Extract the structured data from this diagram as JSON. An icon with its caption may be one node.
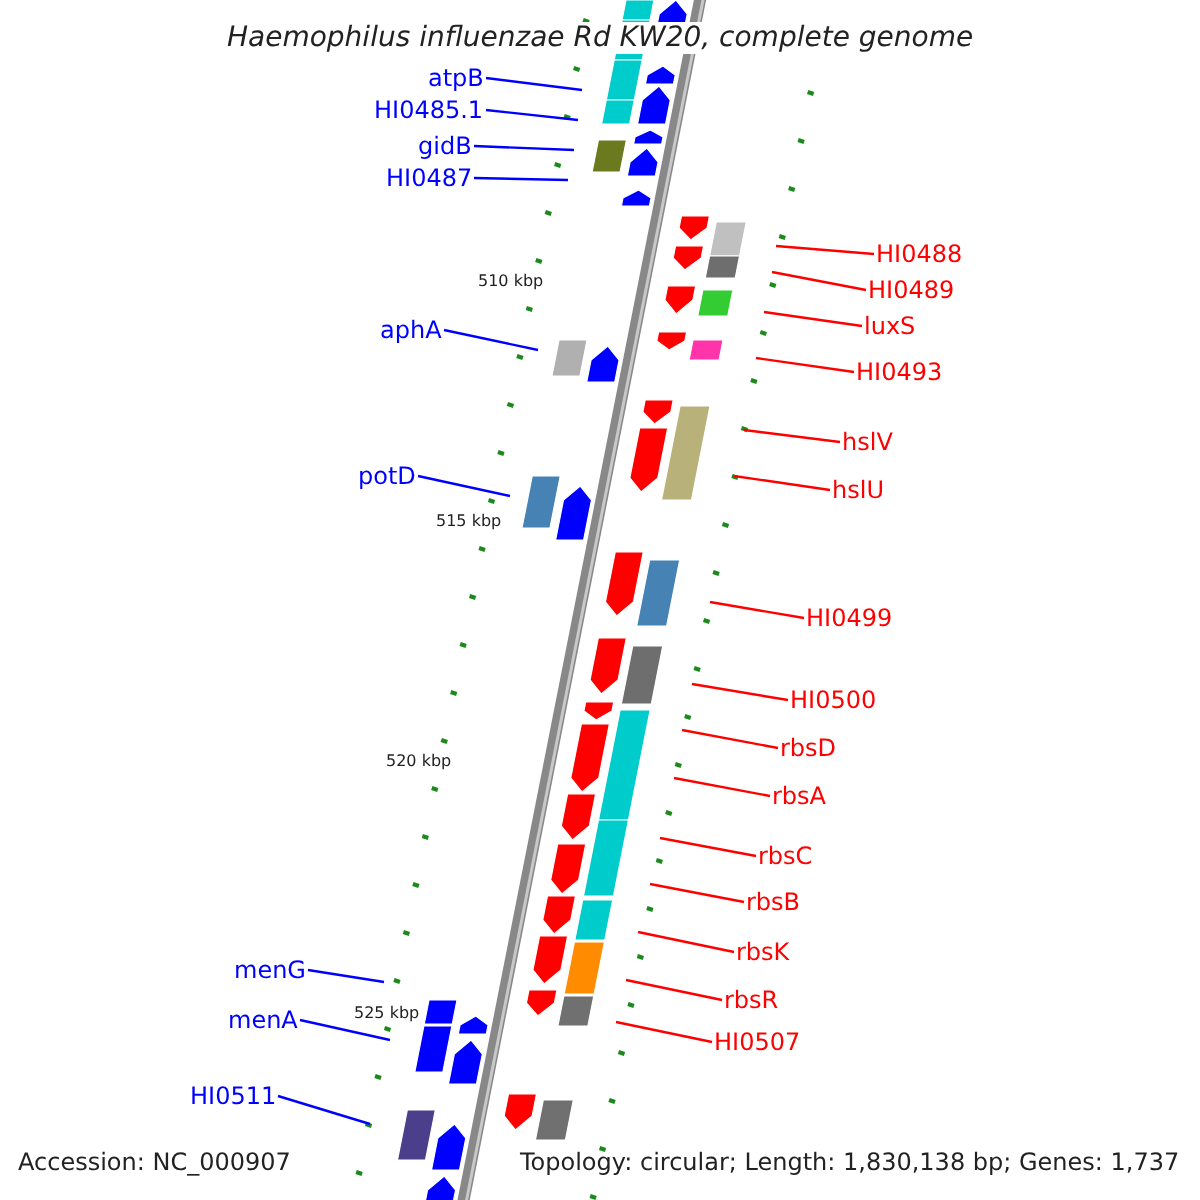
{
  "diagram": {
    "title": "Haemophilus influenzae Rd KW20, complete genome",
    "nodes": [
      {
        "text": [
          "atpB"
        ]
      },
      {
        "text": [
          "HI0485.1"
        ]
      },
      {
        "text": [
          "gidB"
        ]
      },
      {
        "text": [
          "HI0487"
        ]
      },
      {
        "text": [
          "HI0488"
        ]
      },
      {
        "text": [
          "HI0489"
        ]
      },
      {
        "text": [
          "luxS"
        ]
      },
      {
        "text": [
          "aphA"
        ]
      },
      {
        "text": [
          "HI0493"
        ]
      },
      {
        "text": [
          "hslV"
        ]
      },
      {
        "text": [
          "potD"
        ]
      },
      {
        "text": [
          "hslU"
        ]
      },
      {
        "text": [
          "HI0499"
        ]
      },
      {
        "text": [
          "HI0500"
        ]
      },
      {
        "text": [
          "rbsD"
        ]
      },
      {
        "text": [
          "rbsA"
        ]
      },
      {
        "text": [
          "rbsC"
        ]
      },
      {
        "text": [
          "rbsB"
        ]
      },
      {
        "text": [
          "rbsK"
        ]
      },
      {
        "text": [
          "menG"
        ]
      },
      {
        "text": [
          "rbsR"
        ]
      },
      {
        "text": [
          "menA"
        ]
      },
      {
        "text": [
          "HI0507"
        ]
      },
      {
        "text": [
          "HI0511"
        ]
      }
    ],
    "edges": [
      {
        "from": 0,
        "to": null,
        "arrow": "none",
        "color": "#0000ff"
      },
      {
        "from": 1,
        "to": null,
        "arrow": "none",
        "color": "#0000ff"
      },
      {
        "from": 2,
        "to": null,
        "arrow": "none",
        "color": "#0000ff"
      },
      {
        "from": 3,
        "to": null,
        "arrow": "none",
        "color": "#0000ff"
      },
      {
        "from": 4,
        "to": null,
        "arrow": "none"
      },
      {
        "from": 5,
        "to": null,
        "arrow": "none"
      },
      {
        "from": 6,
        "to": null,
        "arrow": "none"
      },
      {
        "from": 7,
        "to": null,
        "arrow": "none",
        "color": "#0000ff"
      },
      {
        "from": 8,
        "to": null,
        "arrow": "none"
      },
      {
        "from": 9,
        "to": null,
        "arrow": "none"
      },
      {
        "from": 10,
        "to": null,
        "arrow": "none",
        "color": "#0000ff"
      },
      {
        "from": 11,
        "to": null,
        "arrow": "none"
      },
      {
        "from": 12,
        "to": null,
        "arrow": "none"
      },
      {
        "from": 13,
        "to": null,
        "arrow": "none"
      },
      {
        "from": 14,
        "to": null,
        "arrow": "none"
      },
      {
        "from": 15,
        "to": null,
        "arrow": "none"
      },
      {
        "from": 16,
        "to": null,
        "arrow": "none"
      },
      {
        "from": 17,
        "to": null,
        "arrow": "none"
      },
      {
        "from": 18,
        "to": null,
        "arrow": "none"
      },
      {
        "from": 19,
        "to": null,
        "arrow": "none",
        "color": "#0000ff"
      },
      {
        "from": 20,
        "to": null,
        "arrow": "none"
      },
      {
        "from": 21,
        "to": null,
        "arrow": "none",
        "color": "#0000ff"
      },
      {
        "from": 22,
        "to": null,
        "arrow": "none"
      },
      {
        "from": 23,
        "to": null,
        "arrow": "none",
        "color": "#0000ff"
      }
    ],
    "labels": [
      "510 kbp",
      "515 kbp",
      "520 kbp",
      "525 kbp",
      "Accession: NC_000907",
      "Topology: circular; Length: 1,830,138 bp; Genes: 1,737"
    ]
  }
}
